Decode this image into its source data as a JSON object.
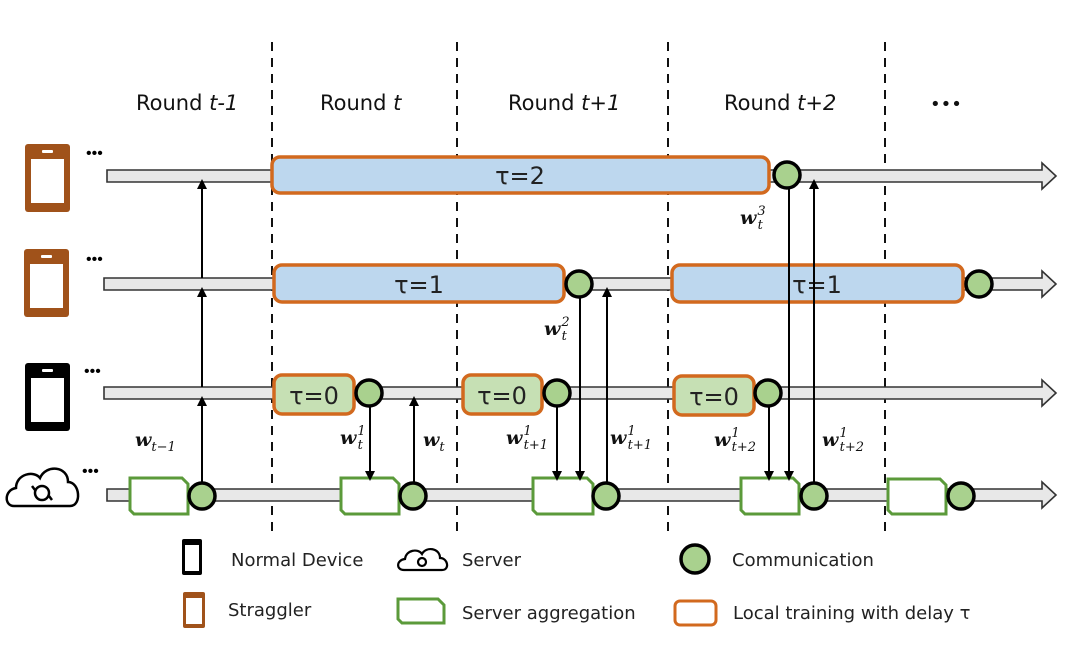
{
  "rounds": [
    {
      "prefix": "Round ",
      "var": "t-1"
    },
    {
      "prefix": "Round ",
      "var": "t"
    },
    {
      "prefix": "Round ",
      "var": "t+1"
    },
    {
      "prefix": "Round ",
      "var": "t+2"
    }
  ],
  "rounds_ellipsis": "•••",
  "rows": [
    {
      "id": "straggler-1",
      "kind": "straggler",
      "ellipsis": "•••"
    },
    {
      "id": "straggler-2",
      "kind": "straggler",
      "ellipsis": "•••"
    },
    {
      "id": "normal-device",
      "kind": "normal",
      "ellipsis": "•••"
    },
    {
      "id": "server",
      "kind": "server",
      "ellipsis": "•••"
    }
  ],
  "training_boxes": [
    {
      "row": 0,
      "label": "τ=2",
      "tau": 2
    },
    {
      "row": 1,
      "label": "τ=1",
      "tau": 1
    },
    {
      "row": 1,
      "label": "τ=1",
      "tau": 1
    },
    {
      "row": 2,
      "label": "τ=0",
      "tau": 0
    },
    {
      "row": 2,
      "label": "τ=0",
      "tau": 0
    },
    {
      "row": 2,
      "label": "τ=0",
      "tau": 0
    }
  ],
  "weight_labels": [
    {
      "base": "w",
      "sup": "",
      "sub": "t−1"
    },
    {
      "base": "w",
      "sup": "1",
      "sub": "t"
    },
    {
      "base": "w",
      "sup": "",
      "sub": "t"
    },
    {
      "base": "w",
      "sup": "2",
      "sub": "t"
    },
    {
      "base": "w",
      "sup": "1",
      "sub": "t+1"
    },
    {
      "base": "w",
      "sup": "1",
      "sub": "t+1"
    },
    {
      "base": "w",
      "sup": "3",
      "sub": "t"
    },
    {
      "base": "w",
      "sup": "1",
      "sub": "t+2"
    },
    {
      "base": "w",
      "sup": "1",
      "sub": "t+2"
    }
  ],
  "legend": {
    "normal_device": "Normal Device",
    "server": "Server",
    "communication": "Communication",
    "straggler": "Straggler",
    "server_aggregation": "Server aggregation",
    "local_training": "Local training with delay τ"
  },
  "colors": {
    "straggler": "#A0521A",
    "normal": "#000000",
    "training_border": "#D2691E",
    "training_fill_delay": "#BDD7EE",
    "training_fill_nodelay": "#C6E0B4",
    "aggregation_border": "#5B9A3A",
    "communication_fill": "#A9D18E",
    "timeline_fill": "#E8E8E8"
  }
}
